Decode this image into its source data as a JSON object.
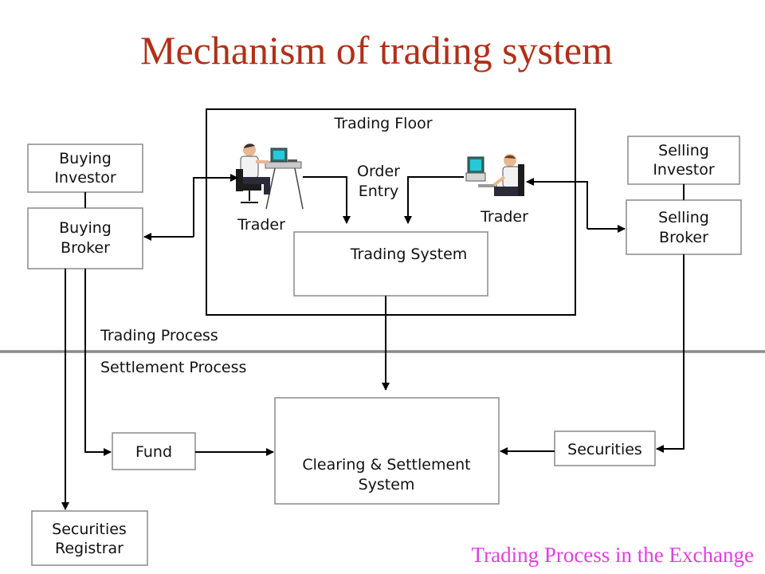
{
  "title": "Mechanism of trading system",
  "footer": "Trading Process in the Exchange",
  "nodes": {
    "trading_floor": "Trading Floor",
    "buying_investor": [
      "Buying",
      "Investor"
    ],
    "buying_broker": [
      "Buying",
      "Broker"
    ],
    "selling_investor": [
      "Selling",
      "Investor"
    ],
    "selling_broker": [
      "Selling",
      "Broker"
    ],
    "order_entry": [
      "Order",
      "Entry"
    ],
    "trader_left": "Trader",
    "trader_right": "Trader",
    "trading_system": "Trading System",
    "trading_process": "Trading Process",
    "settlement_process": "Settlement Process",
    "fund": "Fund",
    "securities": "Securities",
    "clearing": [
      "Clearing & Settlement",
      "System"
    ],
    "securities_registrar": [
      "Securities",
      "Registrar"
    ]
  },
  "colors": {
    "title": "#b03018",
    "footer": "#e040e0",
    "box_border": "#8a8a8a",
    "divider": "#8a8a8a"
  }
}
